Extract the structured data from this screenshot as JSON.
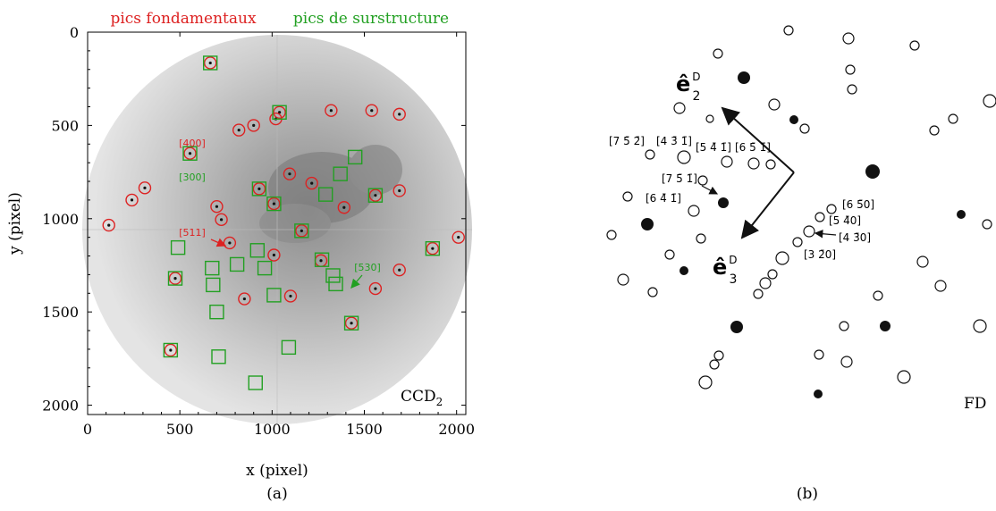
{
  "chart_data": [
    {
      "type": "scatter",
      "title": "",
      "legend": [
        {
          "label": "pics fondamentaux",
          "color": "#dd2222"
        },
        {
          "label": "pics de surstructure",
          "color": "#22a022"
        }
      ],
      "xlabel": "x (pixel)",
      "ylabel": "y (pixel)",
      "xlim": [
        0,
        2050
      ],
      "ylim": [
        2050,
        0
      ],
      "xticks": [
        0,
        500,
        1000,
        1500,
        2000
      ],
      "yticks": [
        0,
        500,
        1000,
        1500,
        2000
      ],
      "panel_label": "(a)",
      "detector_label": "CCD",
      "detector_sub": "2",
      "series": [
        {
          "name": "pics fondamentaux",
          "marker": "circle",
          "color": "#dd2222",
          "points": [
            [
              665,
              165
            ],
            [
              1040,
              430
            ],
            [
              1320,
              420
            ],
            [
              1540,
              420
            ],
            [
              1690,
              440
            ],
            [
              820,
              525
            ],
            [
              900,
              500
            ],
            [
              1020,
              465
            ],
            [
              1390,
              940
            ],
            [
              555,
              650
            ],
            [
              930,
              840
            ],
            [
              1095,
              760
            ],
            [
              1215,
              810
            ],
            [
              1560,
              875
            ],
            [
              1690,
              850
            ],
            [
              1010,
              920
            ],
            [
              115,
              1035
            ],
            [
              240,
              900
            ],
            [
              310,
              835
            ],
            [
              700,
              935
            ],
            [
              725,
              1005
            ],
            [
              770,
              1130
            ],
            [
              1160,
              1065
            ],
            [
              1010,
              1195
            ],
            [
              1265,
              1225
            ],
            [
              475,
              1320
            ],
            [
              1690,
              1275
            ],
            [
              1870,
              1160
            ],
            [
              2010,
              1100
            ],
            [
              1560,
              1375
            ],
            [
              850,
              1430
            ],
            [
              1100,
              1415
            ],
            [
              1430,
              1560
            ],
            [
              450,
              1705
            ]
          ]
        },
        {
          "name": "pics de surstructure",
          "marker": "square",
          "color": "#22a022",
          "points": [
            [
              665,
              165
            ],
            [
              1040,
              430
            ],
            [
              555,
              650
            ],
            [
              1450,
              670
            ],
            [
              1370,
              760
            ],
            [
              930,
              840
            ],
            [
              1290,
              870
            ],
            [
              1560,
              875
            ],
            [
              1010,
              920
            ],
            [
              1160,
              1065
            ],
            [
              490,
              1155
            ],
            [
              920,
              1170
            ],
            [
              675,
              1265
            ],
            [
              810,
              1245
            ],
            [
              960,
              1265
            ],
            [
              1270,
              1220
            ],
            [
              475,
              1320
            ],
            [
              1870,
              1160
            ],
            [
              680,
              1355
            ],
            [
              1330,
              1305
            ],
            [
              1345,
              1350
            ],
            [
              1010,
              1410
            ],
            [
              700,
              1500
            ],
            [
              1430,
              1560
            ],
            [
              450,
              1705
            ],
            [
              1090,
              1690
            ],
            [
              710,
              1740
            ],
            [
              910,
              1880
            ]
          ]
        }
      ],
      "annotations": [
        {
          "text": "[400]",
          "color": "#dd2222"
        },
        {
          "text": "[300]",
          "color": "#22a022"
        },
        {
          "text": "[511]",
          "color": "#dd2222"
        },
        {
          "text": "[530]",
          "color": "#22a022"
        }
      ]
    },
    {
      "type": "diagram",
      "panel_label": "(b)",
      "corner_label": "FD",
      "vectors": [
        {
          "symbol": "ê",
          "superscript": "D",
          "subscript": "2"
        },
        {
          "symbol": "ê",
          "superscript": "D",
          "subscript": "3"
        }
      ],
      "labels": [
        "[7 5̄ 2̄]",
        "[4 3̄ 1̄]",
        "[5 4̄ 1̄]",
        "[6 5̄ 1̄]",
        "[7 5̄ 1̄]",
        "[6 4̄ 1̄]",
        "[6 5̄0]",
        "[5 4̄0]",
        "[4 3̄0]",
        "[3 2̄0]"
      ]
    }
  ]
}
